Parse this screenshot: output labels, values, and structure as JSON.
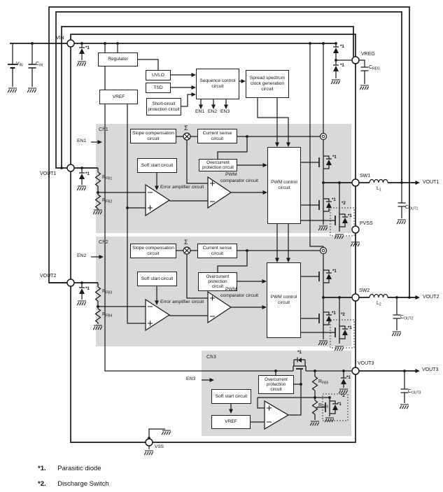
{
  "pins": {
    "vin": "VIN",
    "vreg": "VREG",
    "vout1": "VOUT1",
    "vout2": "VOUT2",
    "vout3": "VOUT3",
    "sw1": "SW1",
    "sw2": "SW2",
    "pvss": "PVSS",
    "vss": "VSS"
  },
  "signals": {
    "en1": "EN1",
    "en2": "EN2",
    "en3": "EN3"
  },
  "channels": {
    "ch1": "Ch1",
    "ch2": "Ch2",
    "ch3": "Ch3"
  },
  "blocks": {
    "regulator": "Regulator",
    "uvlo": "UVLO",
    "tsd": "TSD",
    "short_circuit": "Short-circuit protection circuit",
    "vref": "VREF",
    "sequence": "Sequence control circuit",
    "spread_spectrum": "Spread spectrum clock generation circuit",
    "slope_comp": "Slope compensation circuit",
    "current_sense": "Current sense circuit",
    "soft_start": "Soft start circuit",
    "overcurrent": "Overcurrent protection circuit",
    "pwm_control": "PWM control circuit",
    "error_amp": "Error amplifier circuit",
    "pwm_label": "PWM",
    "comparator_label": "comparator circuit"
  },
  "components": {
    "vin_source": {
      "base": "V",
      "sub": "IN"
    },
    "cin": {
      "base": "C",
      "sub": "IN"
    },
    "creg": {
      "base": "C",
      "sub": "REG"
    },
    "l1": {
      "base": "L",
      "sub": "1"
    },
    "l2": {
      "base": "L",
      "sub": "2"
    },
    "cout1": {
      "base": "C",
      "sub": "OUT1"
    },
    "cout2": {
      "base": "C",
      "sub": "OUT2"
    },
    "cout3": {
      "base": "C",
      "sub": "OUT3"
    },
    "rfb1": {
      "base": "R",
      "sub": "FB1"
    },
    "rfb2": {
      "base": "R",
      "sub": "FB2"
    },
    "rfb3": {
      "base": "R",
      "sub": "FB3"
    },
    "rfb4": {
      "base": "R",
      "sub": "FB4"
    },
    "rfb5": {
      "base": "R",
      "sub": "FB5"
    },
    "rfb6": {
      "base": "R",
      "sub": "FB6"
    }
  },
  "annotations": {
    "sigma": "Σ",
    "parasitic": "*1",
    "discharge": "*2"
  },
  "footnotes": [
    {
      "marker": "*1.",
      "text": "Parasitic diode"
    },
    {
      "marker": "*2.",
      "text": "Discharge Switch"
    }
  ]
}
